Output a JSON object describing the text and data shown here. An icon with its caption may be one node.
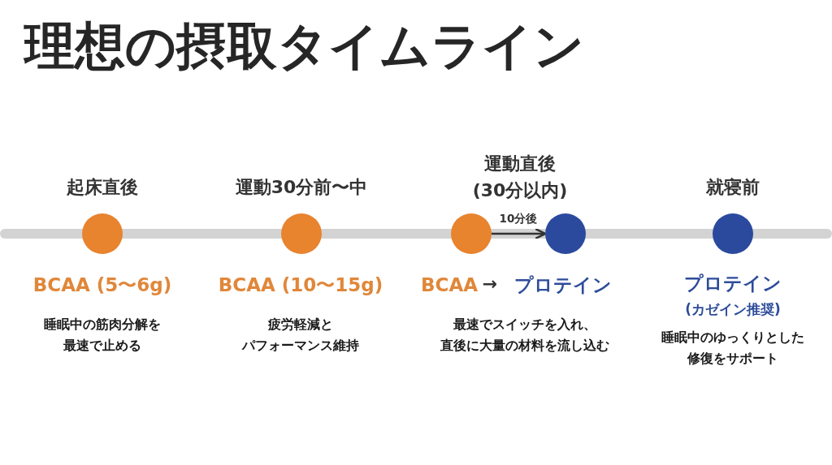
{
  "diagram": {
    "title": "理想の摂取タイムライン",
    "nodes": [
      {
        "text": [],
        "shape": "circle",
        "beside": [
          "起床直後",
          "BCAA (5〜6g)",
          "睡眠中の筋肉分解を最速で止める"
        ]
      },
      {
        "text": [],
        "shape": "circle",
        "beside": [
          "運動30分前〜中",
          "BCAA (10〜15g)",
          "疲労軽減とパフォーマンス維持"
        ]
      },
      {
        "text": [],
        "shape": "circle",
        "beside": [
          "運動直後(30分以内)",
          "BCAA",
          "最速でスイッチを入れ、直後に大量の材料を流し込む"
        ]
      },
      {
        "text": [],
        "shape": "circle",
        "beside": [
          "プロテイン"
        ]
      },
      {
        "text": [],
        "shape": "circle",
        "beside": [
          "就寝前",
          "プロテイン",
          "(カゼイン推奨)",
          "睡眠中のゆっくりとした修復をサポート"
        ]
      }
    ],
    "edges": [
      {
        "from": 2,
        "to": 3,
        "arrow": "to",
        "label": "10分後"
      }
    ],
    "labels": [
      "→"
    ]
  }
}
